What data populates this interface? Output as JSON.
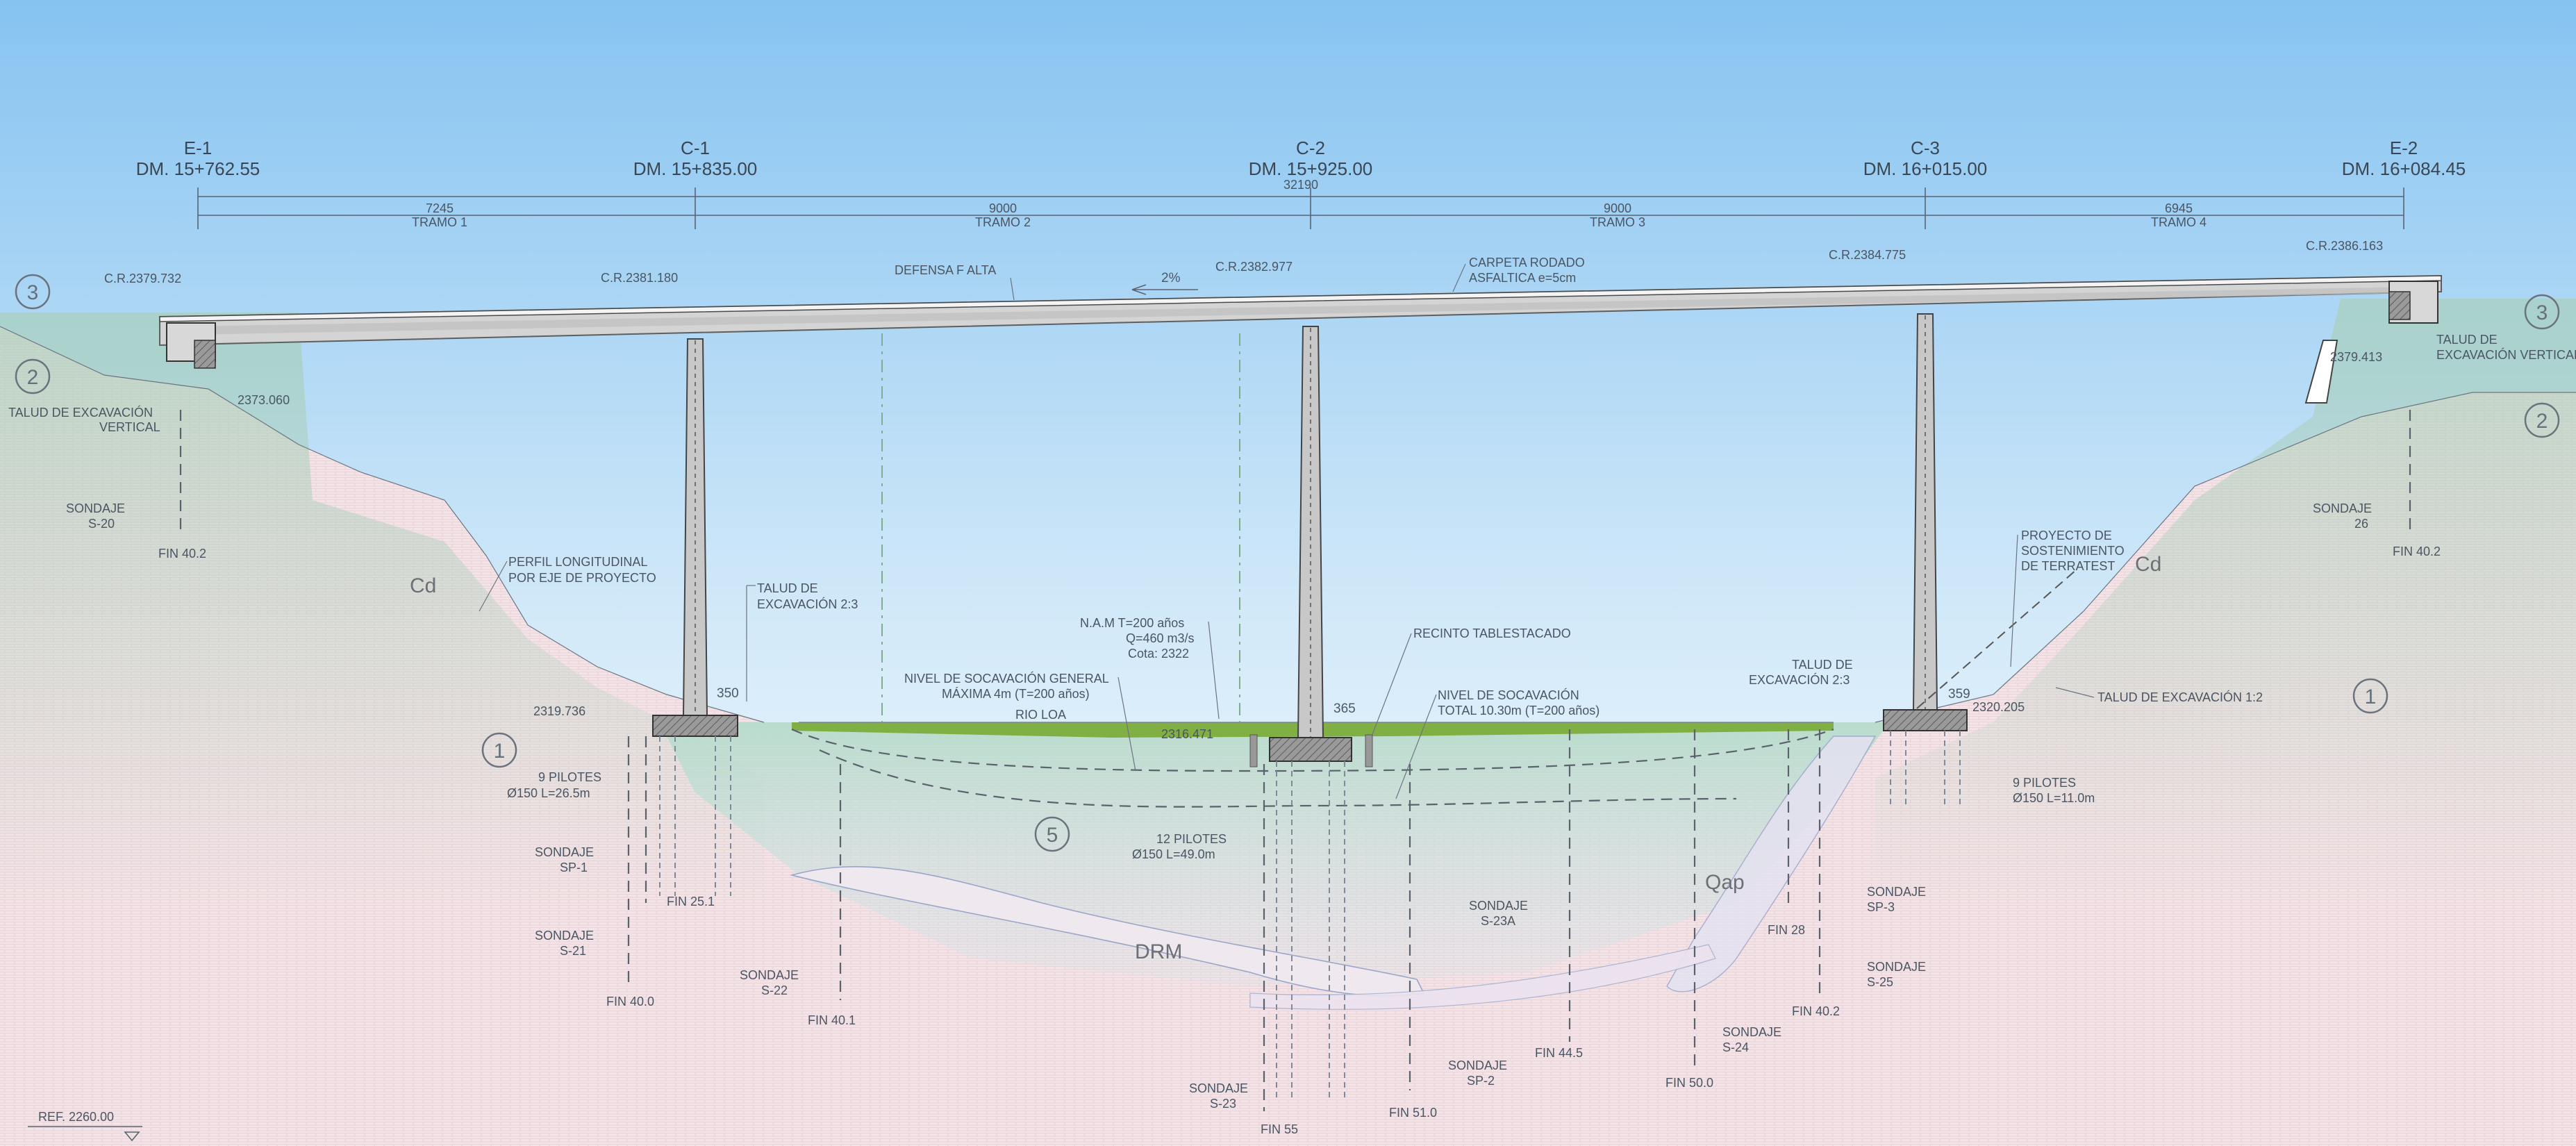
{
  "colors": {
    "sky_top": "#87c4f2",
    "sky_bottom": "#ffffff",
    "ground_pink": "#f3e3e6",
    "ground_green": "#bfdccc",
    "grass": "#7fae3d",
    "deck": "#d6d6d6"
  },
  "axes": [
    {
      "id": "E-1",
      "dm": "DM. 15+762.55",
      "cr": "C.R.2379.732"
    },
    {
      "id": "C-1",
      "dm": "DM. 15+835.00",
      "cr": "C.R.2381.180"
    },
    {
      "id": "C-2",
      "dm": "DM. 15+925.00",
      "cr": "C.R.2382.977"
    },
    {
      "id": "C-3",
      "dm": "DM. 16+015.00",
      "cr": "C.R.2384.775"
    },
    {
      "id": "E-2",
      "dm": "DM. 16+084.45",
      "cr": "C.R.2386.163"
    }
  ],
  "spans": [
    {
      "length": "7245",
      "name": "TRAMO 1"
    },
    {
      "length": "9000",
      "name": "TRAMO 2"
    },
    {
      "length": "9000",
      "name": "TRAMO 3"
    },
    {
      "length": "6945",
      "name": "TRAMO 4"
    }
  ],
  "total_length": "32190",
  "slope": "2%",
  "deck_labels": {
    "defensa": "DEFENSA F ALTA",
    "carpeta_1": "CARPETA RODADO",
    "carpeta_2": "ASFALTICA e=5cm"
  },
  "levels": {
    "e1_base": "2373.060",
    "c1_ground": "2319.736",
    "c2_ground": "2316.471",
    "c3_ground": "2320.205",
    "e2_base": "2379.413"
  },
  "pier_widths": {
    "c1": "350",
    "c2": "365",
    "c3": "359"
  },
  "soil_zones": {
    "z1": "1",
    "z2": "2",
    "z3": "3",
    "z5": "5",
    "cd": "Cd",
    "qap": "Qap",
    "drm": "DRM"
  },
  "annotations": {
    "talud_vert_l1": "TALUD DE EXCAVACIÓN",
    "talud_vert_l2": "VERTICAL",
    "talud_vert_r1": "TALUD DE",
    "talud_vert_r2": "EXCAVACIÓN VERTICAL",
    "perfil_1": "PERFIL LONGITUDINAL",
    "perfil_2": "POR EJE DE PROYECTO",
    "talud23_1": "TALUD DE",
    "talud23_2": "EXCAVACIÓN 2:3",
    "nam_1": "N.A.M T=200 años",
    "nam_2": "Q=460 m3/s",
    "nam_3": "Cota: 2322",
    "socav_gen_1": "NIVEL DE SOCAVACIÓN GENERAL",
    "socav_gen_2": "MÁXIMA 4m (T=200 años)",
    "rio": "RIO LOA",
    "recinto": "RECINTO TABLESTACADO",
    "socav_tot_1": "NIVEL DE SOCAVACIÓN",
    "socav_tot_2": "TOTAL 10.30m (T=200 años)",
    "talud23b_1": "TALUD DE",
    "talud23b_2": "EXCAVACIÓN 2:3",
    "terratest_1": "PROYECTO DE",
    "terratest_2": "SOSTENIMIENTO",
    "terratest_3": "DE TERRATEST",
    "talud12": "TALUD DE EXCAVACIÓN 1:2",
    "pil_c1_1": "9 PILOTES",
    "pil_c1_2": "Ø150 L=26.5m",
    "pil_c2_1": "12 PILOTES",
    "pil_c2_2": "Ø150 L=49.0m",
    "pil_c3_1": "9 PILOTES",
    "pil_c3_2": "Ø150 L=11.0m",
    "ref": "REF. 2260.00"
  },
  "boreholes": [
    {
      "name": "SONDAJE",
      "id": "S-20",
      "fin": "FIN 40.2"
    },
    {
      "name": "SONDAJE",
      "id": "SP-1",
      "fin": "FIN 25.1"
    },
    {
      "name": "SONDAJE",
      "id": "S-21",
      "fin": "FIN 40.0"
    },
    {
      "name": "SONDAJE",
      "id": "S-22",
      "fin": "FIN 40.1"
    },
    {
      "name": "SONDAJE",
      "id": "S-23",
      "fin": "FIN 55"
    },
    {
      "name": "SONDAJE",
      "id": "SP-2",
      "fin": "FIN 51.0"
    },
    {
      "name": "SONDAJE",
      "id": "S-23A",
      "fin": "FIN 44.5"
    },
    {
      "name": "SONDAJE",
      "id": "S-24",
      "fin": "FIN 50.0"
    },
    {
      "name": "SONDAJE",
      "id": "SP-3",
      "fin": "FIN 28"
    },
    {
      "name": "SONDAJE",
      "id": "S-25",
      "fin": "FIN 40.2"
    },
    {
      "name": "SONDAJE",
      "id": "26",
      "fin": "FIN 40.2"
    }
  ]
}
